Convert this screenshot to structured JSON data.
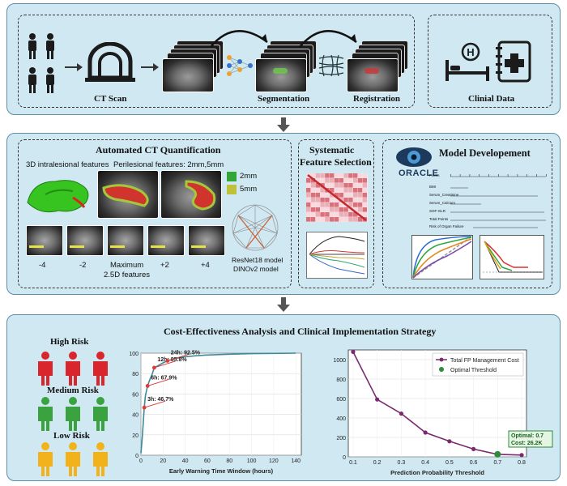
{
  "top": {
    "ct_scan_label": "CT Scan",
    "segmentation_label": "Segmentation",
    "registration_label": "Registration",
    "clinical_data_label": "Clinial Data"
  },
  "middle": {
    "quant_title": "Automated CT Quantification",
    "intralesional": "3D intralesional features",
    "perilesional": "Perilesional features: 2mm,5mm",
    "legend_2mm": "2mm",
    "legend_5mm": "5mm",
    "slice_offsets": [
      "-4",
      "-2",
      "Maximum",
      "+2",
      "+4"
    ],
    "slice_caption": "2.5D features",
    "model_line1": "ResNet18 model",
    "model_line2": "DINOv2 model",
    "selection_title_1": "Systematic",
    "selection_title_2": "Feature Selection",
    "dev_title": "Model Developement",
    "oracle_logo": "ORACLE",
    "nomogram_rows": [
      "Points",
      "BMI",
      "Serum_Creatinine",
      "Serum_Calcium",
      "SOF-GLR",
      "Total Points",
      "Risk of Organ Failure"
    ]
  },
  "bottom": {
    "title": "Cost-Effectiveness Analysis and Clinical Implementation Strategy",
    "high_risk": "High Risk",
    "medium_risk": "Medium Risk",
    "low_risk": "Low Risk"
  },
  "colors": {
    "high": "#d9262c",
    "medium": "#3aa23f",
    "low": "#f2b21b",
    "curve": "#3e8a9c",
    "cost": "#7a2a6e",
    "optimal": "#2e8b3a"
  },
  "chart_data": [
    {
      "type": "line",
      "xlabel": "Early Warning Time Window (hours)",
      "ylabel": "",
      "xlim": [
        0,
        145
      ],
      "ylim": [
        0,
        100
      ],
      "x_ticks": [
        0,
        20,
        40,
        60,
        80,
        100,
        120,
        140
      ],
      "y_ticks": [
        0,
        20,
        40,
        60,
        80,
        100
      ],
      "x": [
        0,
        1,
        2,
        3,
        4,
        5,
        6,
        8,
        10,
        12,
        16,
        20,
        24,
        30,
        40,
        50,
        60,
        80,
        100,
        120,
        140
      ],
      "values": [
        2,
        15,
        30,
        46.7,
        58,
        63,
        67.9,
        74,
        79,
        85.8,
        88,
        90.5,
        92.5,
        94.5,
        96.5,
        97.5,
        98.2,
        99,
        99.5,
        99.8,
        100
      ],
      "annotations": [
        {
          "x": 3,
          "y": 46.7,
          "label": "3h: 46.7%"
        },
        {
          "x": 6,
          "y": 67.9,
          "label": "6h: 67.9%"
        },
        {
          "x": 12,
          "y": 85.8,
          "label": "12h: 85.8%"
        },
        {
          "x": 24,
          "y": 92.5,
          "label": "24h: 92.5%"
        }
      ]
    },
    {
      "type": "line",
      "xlabel": "Prediction Probability Threshold",
      "ylabel": "",
      "xlim": [
        0.08,
        0.82
      ],
      "ylim": [
        0,
        1100
      ],
      "x_ticks": [
        0.1,
        0.2,
        0.3,
        0.4,
        0.5,
        0.6,
        0.7,
        0.8
      ],
      "y_ticks": [
        0,
        200,
        400,
        600,
        800,
        1000
      ],
      "series": [
        {
          "name": "Total FP Management Cost",
          "x": [
            0.1,
            0.2,
            0.3,
            0.4,
            0.5,
            0.6,
            0.7,
            0.8
          ],
          "values": [
            1080,
            590,
            445,
            250,
            160,
            80,
            26.2,
            18
          ]
        }
      ],
      "optimal": {
        "name": "Optimal Threshold",
        "x": 0.7,
        "y": 26.2
      },
      "callout": [
        "Optimal: 0.7",
        "Cost: 26.2K"
      ]
    }
  ]
}
